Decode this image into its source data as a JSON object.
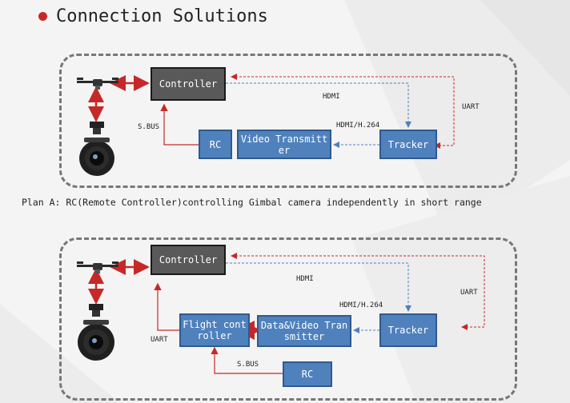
{
  "title": "Connection Solutions",
  "plan_a": {
    "caption": "Plan A: RC(Remote Controller)controlling Gimbal camera independently in short range",
    "boxes": {
      "controller": "Controller",
      "rc": "RC",
      "video_transmitter": "Video Transmitter",
      "tracker": "Tracker"
    },
    "labels": {
      "sbus": "S.BUS",
      "hdmi": "HDMI",
      "hdmi_h264": "HDMI/H.264",
      "uart": "UART"
    }
  },
  "plan_b": {
    "boxes": {
      "controller": "Controller",
      "flight_controller": "Flight controller",
      "data_video_transmitter": "Data&Video Transmitter",
      "tracker": "Tracker",
      "rc": "RC"
    },
    "labels": {
      "hdmi": "HDMI",
      "hdmi_h264": "HDMI/H.264",
      "uart_right": "UART",
      "uart_left": "UART",
      "sbus": "S.BUS"
    }
  },
  "colors": {
    "box_blue": "#4f81bd",
    "box_dark": "#595959",
    "red_line": "#c62828",
    "blue_line": "#4f81bd",
    "bullet": "#c62828"
  },
  "icons": [
    "drone-icon",
    "gimbal-camera-icon",
    "double-arrow-icon"
  ]
}
